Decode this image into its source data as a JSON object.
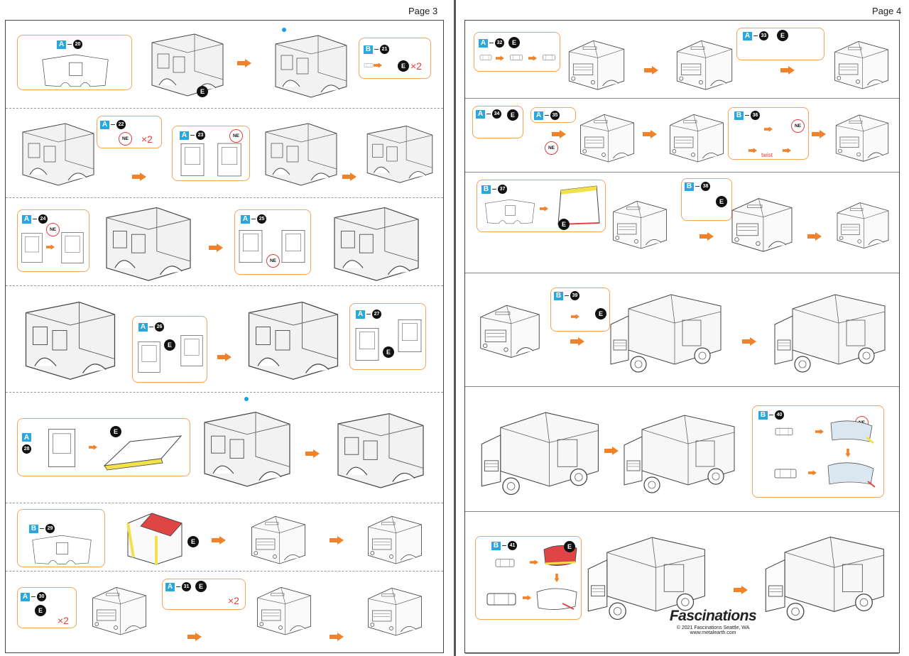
{
  "pages": [
    {
      "label": "Page 3"
    },
    {
      "label": "Page 4"
    }
  ],
  "marks": {
    "e": "E",
    "ne": "NE",
    "x2": "×2",
    "twist": "twist"
  },
  "sheets": {
    "a": "A",
    "b": "B"
  },
  "steps": {
    "s20": "20",
    "s21": "21",
    "s22": "22",
    "s23": "23",
    "s24": "24",
    "s25": "25",
    "s26": "26",
    "s27": "27",
    "s28": "28",
    "s29": "29",
    "s30": "30",
    "s31": "31",
    "s32": "32",
    "s33": "33",
    "s34": "34",
    "s35": "35",
    "s36": "36",
    "s37": "37",
    "s38": "38",
    "s39": "39",
    "s40": "40",
    "s41": "41"
  },
  "brand": {
    "logo": "Fascinations",
    "copyright": "© 2021 Fascinations Seattle, WA",
    "url": "www.metalearth.com"
  },
  "colors": {
    "arrow": "#f0822a",
    "callout_border": "#f2a65a",
    "sheet_tag": "#29a8e0",
    "accent_red": "#e0403c",
    "dot_blue": "#1aa0e0",
    "tri_green": "#22aa44",
    "highlight_yellow": "#f2e14a"
  }
}
